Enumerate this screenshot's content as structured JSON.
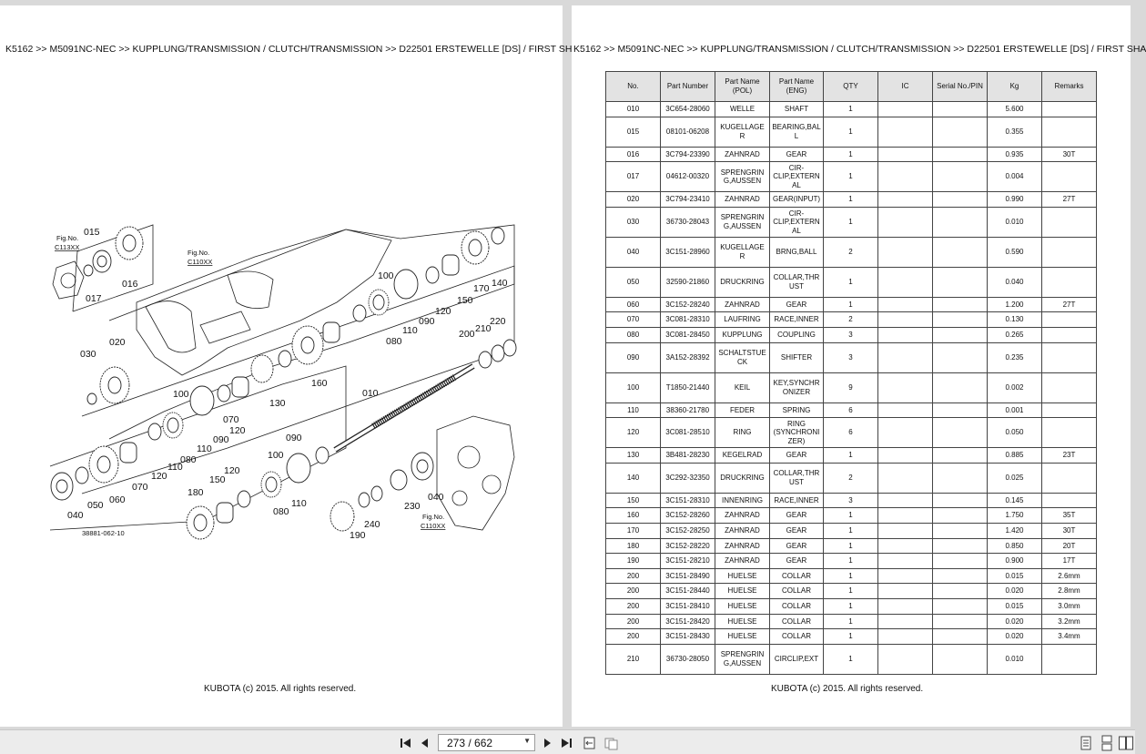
{
  "breadcrumb": "K5162 >> M5091NC-NEC >> KUPPLUNG/TRANSMISSION / CLUTCH/TRANSMISSION >> D22501   ERSTEWELLE [DS] / FIRST SHA",
  "footer": "KUBOTA (c) 2015. All rights reserved.",
  "diagram": {
    "drawing_number": "38881-062-10",
    "fig_refs": [
      {
        "label": "Fig.No.",
        "ref": "C113XX"
      },
      {
        "label": "Fig.No.",
        "ref": "C110XX"
      },
      {
        "label": "Fig.No.",
        "ref": "C110XX"
      }
    ],
    "callouts": [
      "015",
      "016",
      "017",
      "020",
      "030",
      "100",
      "110",
      "090",
      "080",
      "120",
      "150",
      "170",
      "140",
      "200",
      "210",
      "220",
      "160",
      "130",
      "070",
      "060",
      "050",
      "040",
      "010",
      "180",
      "190",
      "230",
      "240",
      "100",
      "110",
      "120",
      "090",
      "080",
      "070",
      "120",
      "110",
      "100",
      "090",
      "080",
      "150",
      "120",
      "110",
      "040"
    ]
  },
  "table": {
    "headers": [
      "No.",
      "Part Number",
      "Part Name\n(POL)",
      "Part Name\n(ENG)",
      "QTY",
      "IC",
      "Serial No./PIN",
      "Kg",
      "Remarks"
    ],
    "rows": [
      {
        "no": "010",
        "pn": "3C654-28060",
        "pol": "WELLE",
        "eng": "SHAFT",
        "qty": "1",
        "ic": "",
        "serial": "",
        "kg": "5.600",
        "remarks": "",
        "tall": false
      },
      {
        "no": "015",
        "pn": "08101-06208",
        "pol": "KUGELLAGE\nR",
        "eng": "BEARING,BAL\nL",
        "qty": "1",
        "ic": "",
        "serial": "",
        "kg": "0.355",
        "remarks": "",
        "tall": true
      },
      {
        "no": "016",
        "pn": "3C794-23390",
        "pol": "ZAHNRAD",
        "eng": "GEAR",
        "qty": "1",
        "ic": "",
        "serial": "",
        "kg": "0.935",
        "remarks": "30T",
        "tall": false
      },
      {
        "no": "017",
        "pn": "04612-00320",
        "pol": "SPRENGRIN\nG,AUSSEN",
        "eng": "CIR-\nCLIP,EXTERN\nAL",
        "qty": "1",
        "ic": "",
        "serial": "",
        "kg": "0.004",
        "remarks": "",
        "tall": true
      },
      {
        "no": "020",
        "pn": "3C794-23410",
        "pol": "ZAHNRAD",
        "eng": "GEAR(INPUT)",
        "qty": "1",
        "ic": "",
        "serial": "",
        "kg": "0.990",
        "remarks": "27T",
        "tall": false
      },
      {
        "no": "030",
        "pn": "36730-28043",
        "pol": "SPRENGRIN\nG,AUSSEN",
        "eng": "CIR-\nCLIP,EXTERN\nAL",
        "qty": "1",
        "ic": "",
        "serial": "",
        "kg": "0.010",
        "remarks": "",
        "tall": true
      },
      {
        "no": "040",
        "pn": "3C151-28960",
        "pol": "KUGELLAGE\nR",
        "eng": "BRNG,BALL",
        "qty": "2",
        "ic": "",
        "serial": "",
        "kg": "0.590",
        "remarks": "",
        "tall": true
      },
      {
        "no": "050",
        "pn": "32590-21860",
        "pol": "DRUCKRING",
        "eng": "COLLAR,THR\nUST",
        "qty": "1",
        "ic": "",
        "serial": "",
        "kg": "0.040",
        "remarks": "",
        "tall": true
      },
      {
        "no": "060",
        "pn": "3C152-28240",
        "pol": "ZAHNRAD",
        "eng": "GEAR",
        "qty": "1",
        "ic": "",
        "serial": "",
        "kg": "1.200",
        "remarks": "27T",
        "tall": false
      },
      {
        "no": "070",
        "pn": "3C081-28310",
        "pol": "LAUFRING",
        "eng": "RACE,INNER",
        "qty": "2",
        "ic": "",
        "serial": "",
        "kg": "0.130",
        "remarks": "",
        "tall": false
      },
      {
        "no": "080",
        "pn": "3C081-28450",
        "pol": "KUPPLUNG",
        "eng": "COUPLING",
        "qty": "3",
        "ic": "",
        "serial": "",
        "kg": "0.265",
        "remarks": "",
        "tall": false
      },
      {
        "no": "090",
        "pn": "3A152-28392",
        "pol": "SCHALTSTUE\nCK",
        "eng": "SHIFTER",
        "qty": "3",
        "ic": "",
        "serial": "",
        "kg": "0.235",
        "remarks": "",
        "tall": true
      },
      {
        "no": "100",
        "pn": "T1850-21440",
        "pol": "KEIL",
        "eng": "KEY,SYNCHR\nONIZER",
        "qty": "9",
        "ic": "",
        "serial": "",
        "kg": "0.002",
        "remarks": "",
        "tall": true
      },
      {
        "no": "110",
        "pn": "38360-21780",
        "pol": "FEDER",
        "eng": "SPRING",
        "qty": "6",
        "ic": "",
        "serial": "",
        "kg": "0.001",
        "remarks": "",
        "tall": false
      },
      {
        "no": "120",
        "pn": "3C081-28510",
        "pol": "RING",
        "eng": "RING\n(SYNCHRONI\nZER)",
        "qty": "6",
        "ic": "",
        "serial": "",
        "kg": "0.050",
        "remarks": "",
        "tall": true
      },
      {
        "no": "130",
        "pn": "3B481-28230",
        "pol": "KEGELRAD",
        "eng": "GEAR",
        "qty": "1",
        "ic": "",
        "serial": "",
        "kg": "0.885",
        "remarks": "23T",
        "tall": false
      },
      {
        "no": "140",
        "pn": "3C292-32350",
        "pol": "DRUCKRING",
        "eng": "COLLAR,THR\nUST",
        "qty": "2",
        "ic": "",
        "serial": "",
        "kg": "0.025",
        "remarks": "",
        "tall": true
      },
      {
        "no": "150",
        "pn": "3C151-28310",
        "pol": "INNENRING",
        "eng": "RACE,INNER",
        "qty": "3",
        "ic": "",
        "serial": "",
        "kg": "0.145",
        "remarks": "",
        "tall": false
      },
      {
        "no": "160",
        "pn": "3C152-28260",
        "pol": "ZAHNRAD",
        "eng": "GEAR",
        "qty": "1",
        "ic": "",
        "serial": "",
        "kg": "1.750",
        "remarks": "35T",
        "tall": false
      },
      {
        "no": "170",
        "pn": "3C152-28250",
        "pol": "ZAHNRAD",
        "eng": "GEAR",
        "qty": "1",
        "ic": "",
        "serial": "",
        "kg": "1.420",
        "remarks": "30T",
        "tall": false
      },
      {
        "no": "180",
        "pn": "3C152-28220",
        "pol": "ZAHNRAD",
        "eng": "GEAR",
        "qty": "1",
        "ic": "",
        "serial": "",
        "kg": "0.850",
        "remarks": "20T",
        "tall": false
      },
      {
        "no": "190",
        "pn": "3C151-28210",
        "pol": "ZAHNRAD",
        "eng": "GEAR",
        "qty": "1",
        "ic": "",
        "serial": "",
        "kg": "0.900",
        "remarks": "17T",
        "tall": false
      },
      {
        "no": "200",
        "pn": "3C151-28490",
        "pol": "HUELSE",
        "eng": "COLLAR",
        "qty": "1",
        "ic": "",
        "serial": "",
        "kg": "0.015",
        "remarks": "2.6mm",
        "tall": false
      },
      {
        "no": "200",
        "pn": "3C151-28440",
        "pol": "HUELSE",
        "eng": "COLLAR",
        "qty": "1",
        "ic": "",
        "serial": "",
        "kg": "0.020",
        "remarks": "2.8mm",
        "tall": false
      },
      {
        "no": "200",
        "pn": "3C151-28410",
        "pol": "HUELSE",
        "eng": "COLLAR",
        "qty": "1",
        "ic": "",
        "serial": "",
        "kg": "0.015",
        "remarks": "3.0mm",
        "tall": false
      },
      {
        "no": "200",
        "pn": "3C151-28420",
        "pol": "HUELSE",
        "eng": "COLLAR",
        "qty": "1",
        "ic": "",
        "serial": "",
        "kg": "0.020",
        "remarks": "3.2mm",
        "tall": false
      },
      {
        "no": "200",
        "pn": "3C151-28430",
        "pol": "HUELSE",
        "eng": "COLLAR",
        "qty": "1",
        "ic": "",
        "serial": "",
        "kg": "0.020",
        "remarks": "3.4mm",
        "tall": false
      },
      {
        "no": "210",
        "pn": "36730-28050",
        "pol": "SPRENGRIN\nG,AUSSEN",
        "eng": "CIRCLIP,EXT",
        "qty": "1",
        "ic": "",
        "serial": "",
        "kg": "0.010",
        "remarks": "",
        "tall": true
      }
    ]
  },
  "toolbar": {
    "page_indicator": "273 / 662",
    "icons": [
      "first-page-icon",
      "prev-page-icon",
      "next-page-icon",
      "last-page-icon",
      "fit-width-icon",
      "two-page-icon",
      "single-page-view-icon",
      "continuous-view-icon",
      "facing-view-icon"
    ]
  }
}
